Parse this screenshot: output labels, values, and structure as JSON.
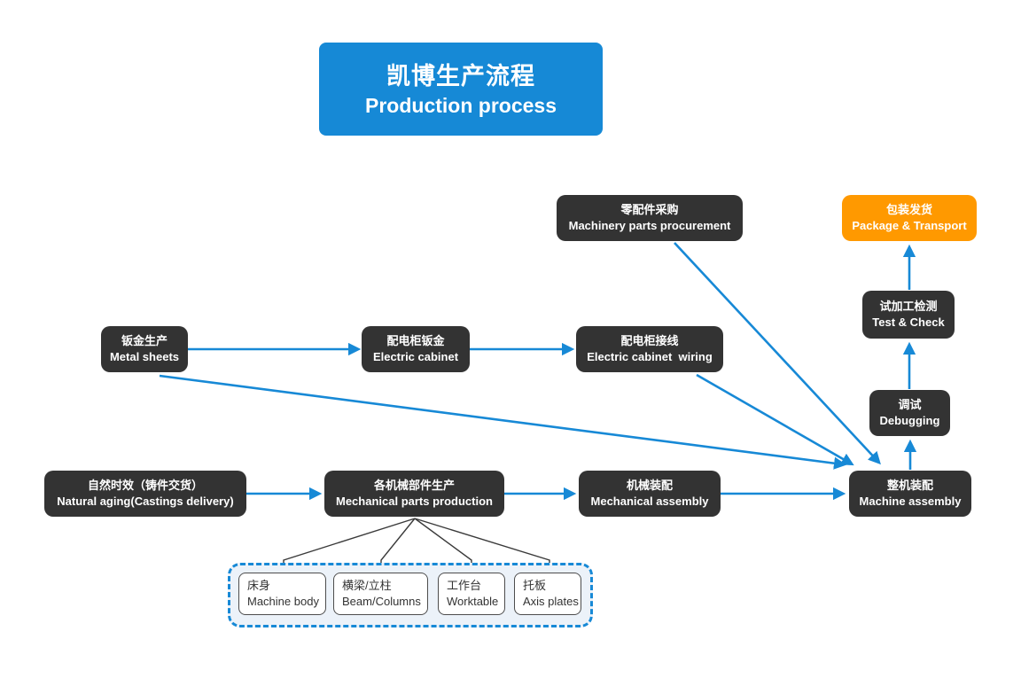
{
  "title": {
    "zh": "凯博生产流程",
    "en": "Production process"
  },
  "colors": {
    "accent_blue": "#1689d6",
    "node_dark": "#333333",
    "highlight_orange": "#ff9900",
    "group_fill": "#ecf2f9",
    "canvas": "#ffffff"
  },
  "nodes": {
    "machinery_parts_procurement": {
      "zh": "零配件采购",
      "en": "Machinery parts procurement"
    },
    "package_transport": {
      "zh": "包装发货",
      "en": "Package & Transport"
    },
    "test_check": {
      "zh": "试加工检测",
      "en": "Test & Check"
    },
    "metal_sheets": {
      "zh": "钣金生产",
      "en": "Metal sheets"
    },
    "electric_cabinet": {
      "zh": "配电柜钣金",
      "en": "Electric cabinet"
    },
    "electric_cabinet_wiring": {
      "zh": "配电柜接线",
      "en": "Electric cabinet  wiring"
    },
    "debugging": {
      "zh": "调试",
      "en": "Debugging"
    },
    "natural_aging": {
      "zh": "自然时效（铸件交货）",
      "en": "Natural aging(Castings delivery)"
    },
    "mechanical_parts_production": {
      "zh": "各机械部件生产",
      "en": "Mechanical parts production"
    },
    "mechanical_assembly": {
      "zh": "机械装配",
      "en": "Mechanical assembly"
    },
    "machine_assembly": {
      "zh": "整机装配",
      "en": "Machine assembly"
    }
  },
  "components": [
    {
      "zh": "床身",
      "en": "Machine body"
    },
    {
      "zh": "横梁/立柱",
      "en": "Beam/Columns"
    },
    {
      "zh": "工作台",
      "en": "Worktable"
    },
    {
      "zh": "托板",
      "en": "Axis plates"
    }
  ]
}
